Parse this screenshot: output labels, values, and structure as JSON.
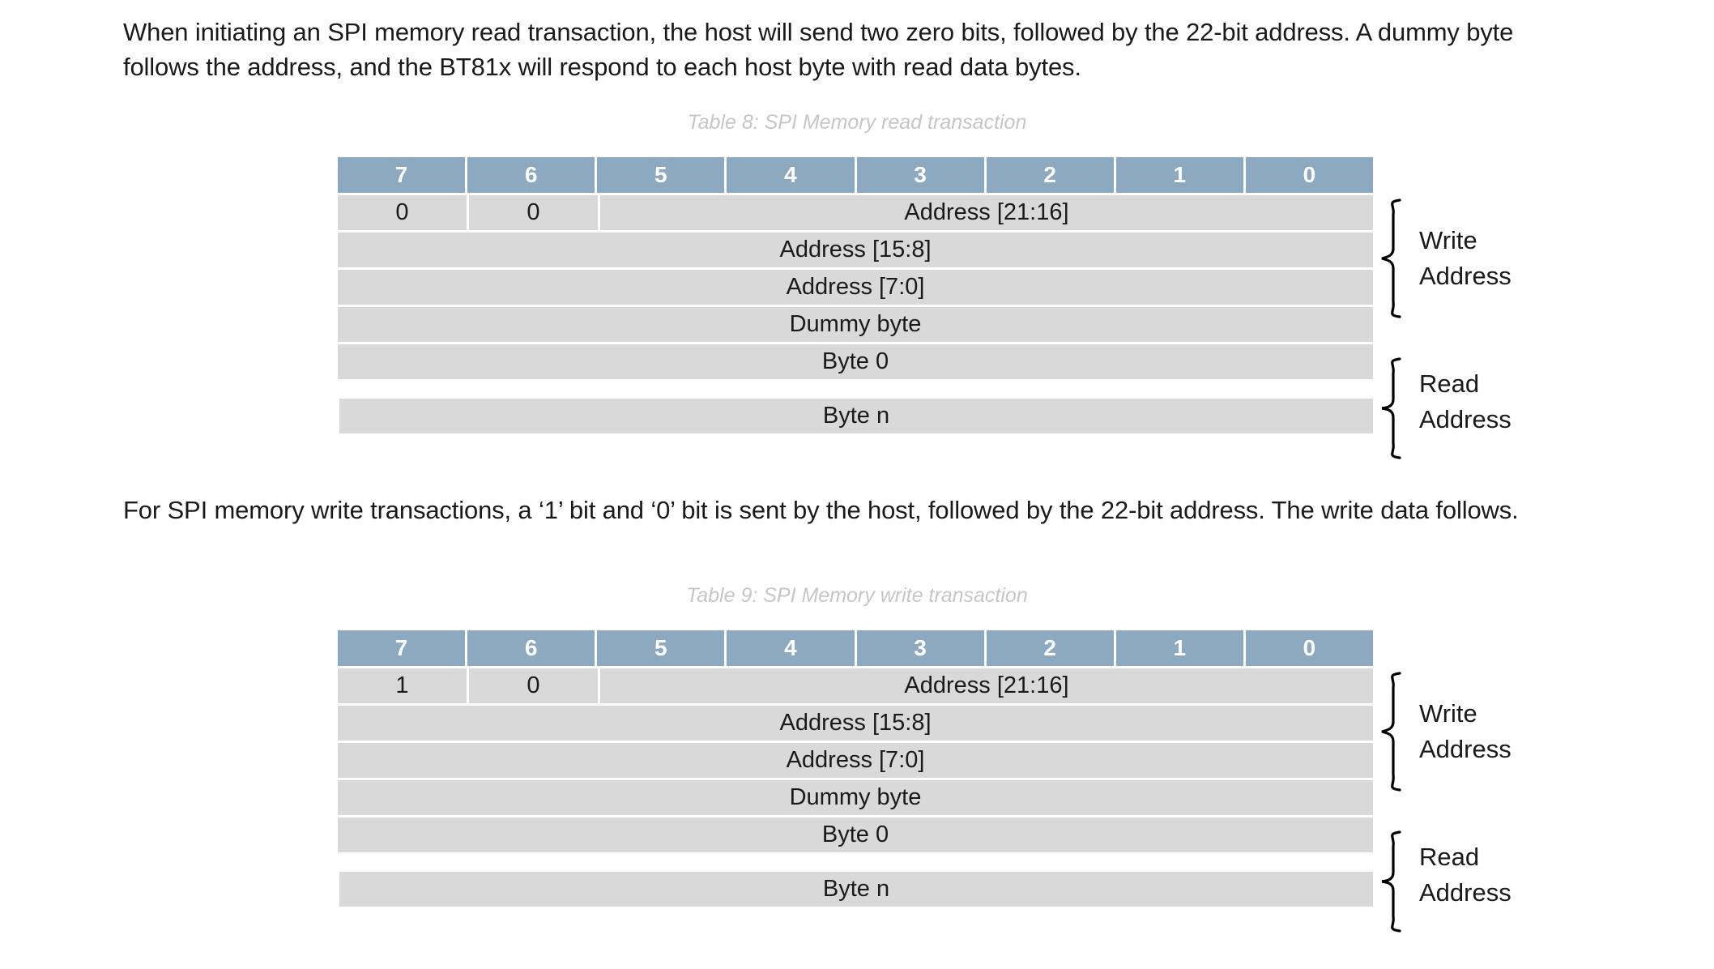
{
  "document": {
    "paragraphs": {
      "read_intro": "When initiating an SPI memory read transaction, the host will send two zero bits, followed by the 22-bit address. A dummy byte follows the address, and the BT81x will respond to each host byte with read data bytes.",
      "write_intro": "For SPI memory write transactions, a ‘1’ bit and ‘0’ bit is sent by the host, followed by the 22-bit address. The write data follows."
    }
  },
  "colors": {
    "header_blue": "#8CA9C0",
    "cell_gray": "#d9d9d9",
    "caption_gray": "#c6c6c6",
    "text_black": "#1a1a1a",
    "page_background": "#ffffff"
  },
  "tables": {
    "read": {
      "caption": "Table 8: SPI Memory read transaction",
      "columns": [
        "7",
        "6",
        "5",
        "4",
        "3",
        "2",
        "1",
        "0"
      ],
      "rows": [
        {
          "cells": [
            "0",
            "0",
            "Address [21:16]"
          ],
          "layout": "bit-bit-wide"
        },
        {
          "cells": [
            "Address [15:8]"
          ],
          "layout": "full"
        },
        {
          "cells": [
            "Address [7:0]"
          ],
          "layout": "full"
        },
        {
          "cells": [
            "Dummy byte"
          ],
          "layout": "full"
        },
        {
          "cells": [
            "Byte 0"
          ],
          "layout": "full"
        },
        {
          "cells": [
            "Byte n"
          ],
          "layout": "full",
          "gap_before": true
        }
      ],
      "annotations": [
        {
          "label": "Write\nAddress",
          "spans": "rows 1-3"
        },
        {
          "label": "Read\nAddress",
          "spans": "Byte 0 - Byte n"
        }
      ]
    },
    "write": {
      "caption": "Table 9: SPI Memory write transaction",
      "columns": [
        "7",
        "6",
        "5",
        "4",
        "3",
        "2",
        "1",
        "0"
      ],
      "rows": [
        {
          "cells": [
            "1",
            "0",
            "Address [21:16]"
          ],
          "layout": "bit-bit-wide"
        },
        {
          "cells": [
            "Address [15:8]"
          ],
          "layout": "full"
        },
        {
          "cells": [
            "Address [7:0]"
          ],
          "layout": "full"
        },
        {
          "cells": [
            "Dummy byte"
          ],
          "layout": "full"
        },
        {
          "cells": [
            "Byte 0"
          ],
          "layout": "full"
        },
        {
          "cells": [
            "Byte n"
          ],
          "layout": "full",
          "gap_before": true
        }
      ],
      "annotations": [
        {
          "label": "Write\nAddress",
          "spans": "rows 1-3"
        },
        {
          "label": "Read\nAddress",
          "spans": "Byte 0 - Byte n"
        }
      ]
    }
  }
}
